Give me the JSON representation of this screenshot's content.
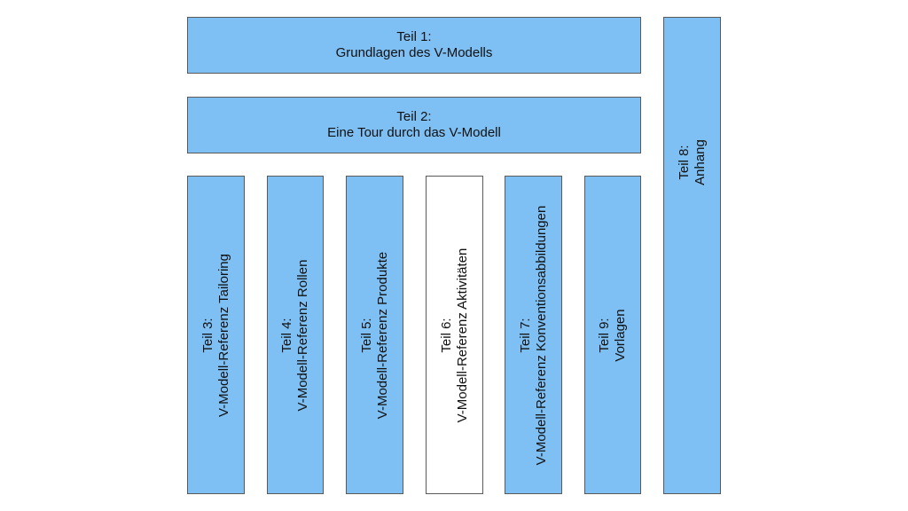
{
  "colors": {
    "box_fill": "#7fc0f4",
    "box_fill_inactive": "#ffffff",
    "box_border": "#5a5a5a",
    "text": "#111111"
  },
  "parts": {
    "teil1": {
      "number": "Teil 1:",
      "title": "Grundlagen des V-Modells"
    },
    "teil2": {
      "number": "Teil 2:",
      "title": "Eine Tour durch das V-Modell"
    },
    "teil3": {
      "number": "Teil 3:",
      "title": "V-Modell-Referenz Tailoring"
    },
    "teil4": {
      "number": "Teil 4:",
      "title": "V-Modell-Referenz Rollen"
    },
    "teil5": {
      "number": "Teil 5:",
      "title": "V-Modell-Referenz Produkte"
    },
    "teil6": {
      "number": "Teil 6:",
      "title": "V-Modell-Referenz Aktivitäten"
    },
    "teil7": {
      "number": "Teil 7:",
      "title": "V-Modell-Referenz Konventionsabbildungen"
    },
    "teil9": {
      "number": "Teil 9:",
      "title": "Vorlagen"
    },
    "teil8": {
      "number": "Teil 8:",
      "title": "Anhang"
    }
  }
}
